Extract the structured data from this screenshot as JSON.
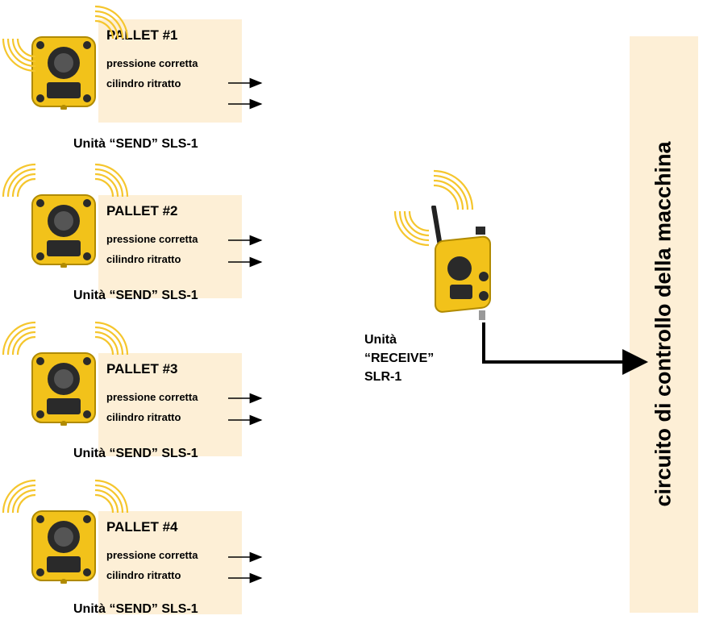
{
  "send_units": [
    {
      "title": "PALLET #1",
      "signal_1": "pressione corretta",
      "signal_2": "cilindro ritratto",
      "caption": "Unità “SEND” SLS-1"
    },
    {
      "title": "PALLET #2",
      "signal_1": "pressione corretta",
      "signal_2": "cilindro ritratto",
      "caption": "Unità “SEND” SLS-1"
    },
    {
      "title": "PALLET #3",
      "signal_1": "pressione corretta",
      "signal_2": "cilindro ritratto",
      "caption": "Unità “SEND” SLS-1"
    },
    {
      "title": "PALLET #4",
      "signal_1": "pressione corretta",
      "signal_2": "cilindro ritratto",
      "caption": "Unità “SEND” SLS-1"
    }
  ],
  "receive_unit": {
    "line_1": "Unità",
    "line_2": "“RECEIVE”",
    "line_3": "SLR-1"
  },
  "machine": {
    "label": "circuito di controllo della macchina"
  },
  "colors": {
    "panel": "#fdefd6",
    "device_yellow": "#f2c21a",
    "device_dark": "#2a2a2a",
    "wave": "#f5c62e"
  },
  "icons": [
    "radio-wave-icon",
    "wireless-node-icon",
    "antenna-icon",
    "arrow-right-icon"
  ]
}
